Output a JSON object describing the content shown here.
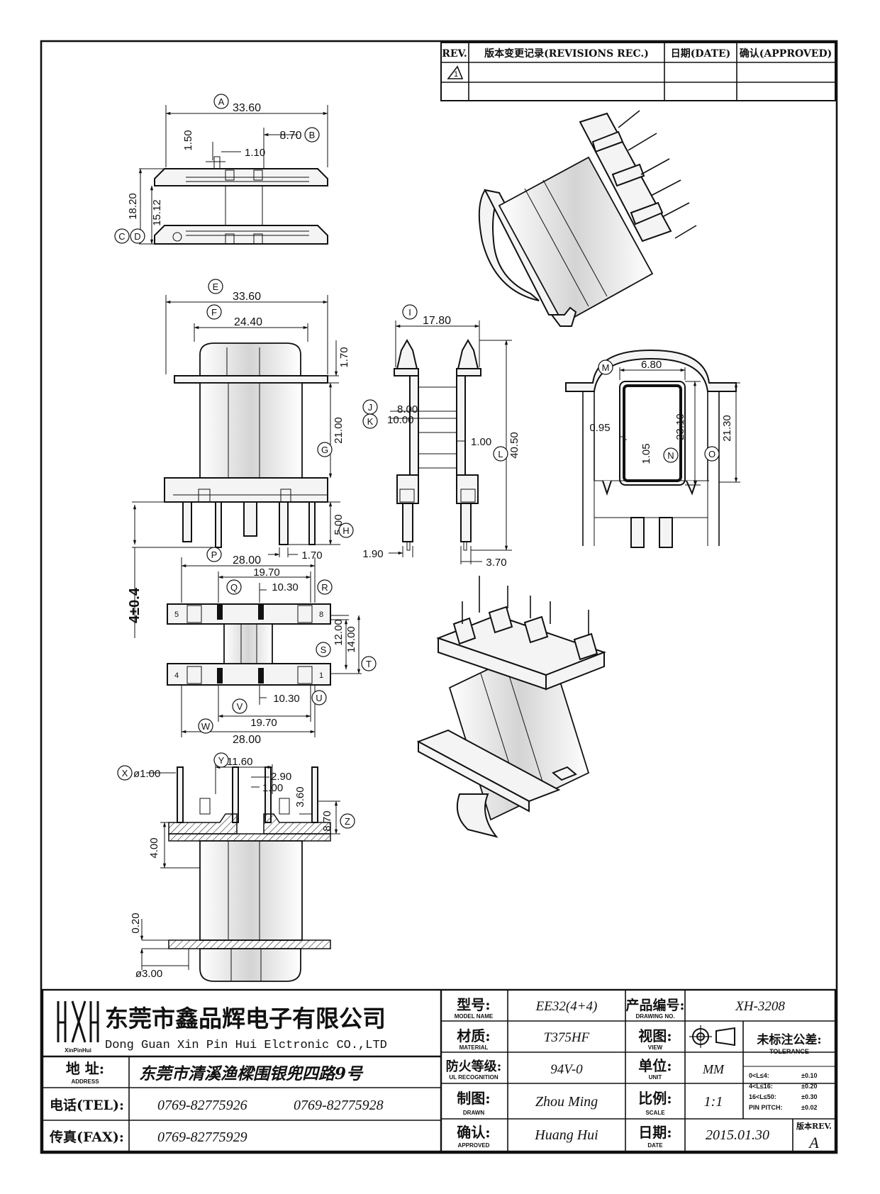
{
  "revision_table": {
    "headers": [
      "REV.",
      "版本变更记录(REVISIONS REC.)",
      "日期(DATE)",
      "确认(APPROVED)"
    ],
    "rev_symbol": "1"
  },
  "dims": {
    "top": {
      "A": "33.60",
      "B": "8.70",
      "b150": "1.50",
      "b110": "1.10",
      "C": "18.20",
      "D": "15.12"
    },
    "front": {
      "E": "33.60",
      "F": "24.40",
      "f170": "1.70",
      "G": "21.00",
      "H": "5.00",
      "h170": "1.70",
      "pin": "4±0.4"
    },
    "side": {
      "I": "17.80",
      "J": "8.00",
      "K": "10.00",
      "s100": "1.00",
      "L": "40.50",
      "s190": "1.90",
      "s370": "3.70"
    },
    "end": {
      "M": "6.80",
      "e095": "0.95",
      "e105": "1.05",
      "N": "23.10",
      "O": "21.30"
    },
    "bottom": {
      "P": "28.00",
      "Q": "19.70",
      "R": "10.30",
      "S": "12.00",
      "T": "14.00",
      "U": "10.30",
      "V": "19.70",
      "W": "28.00",
      "pin5": "5",
      "pin8": "8",
      "pin4": "4",
      "pin1": "1"
    },
    "section": {
      "X": "ø1.00",
      "Y": "11.60",
      "y290": "2.90",
      "y100": "1.00",
      "y360": "3.60",
      "Z": "8.70",
      "z400": "4.00",
      "z020": "0.20",
      "z300": "ø3.00"
    }
  },
  "letters": [
    "A",
    "B",
    "C",
    "D",
    "E",
    "F",
    "G",
    "H",
    "I",
    "J",
    "K",
    "L",
    "M",
    "N",
    "O",
    "P",
    "Q",
    "R",
    "S",
    "T",
    "U",
    "V",
    "W",
    "X",
    "Y",
    "Z"
  ],
  "title_block": {
    "logo_text": "XinPinHui",
    "company_cn": "东莞市鑫品辉电子有限公司",
    "company_en": "Dong Guan Xin Pin Hui Elctronic CO.,LTD",
    "address_label": "地  址:",
    "address_label_en": "ADDRESS",
    "address": "东莞市清溪渔樑围银兜四路9号",
    "tel_label": "电话(TEL):",
    "tel1": "0769-82775926",
    "tel2": "0769-82775928",
    "fax_label": "传真(FAX):",
    "fax": "0769-82775929",
    "model_label": "型号:",
    "model_label_en": "MODEL NAME",
    "model": "EE32(4+4)",
    "material_label": "材质:",
    "material_label_en": "MATERIAL",
    "material": "T375HF",
    "ul_label": "防火等级:",
    "ul_label_en": "UL RECOGNITION",
    "ul": "94V-0",
    "drawn_label": "制图:",
    "drawn_label_en": "DRAWN",
    "drawn": "Zhou Ming",
    "approved_label": "确认:",
    "approved_label_en": "APPROVED",
    "approved": "Huang Hui",
    "drawing_no_label": "产品编号:",
    "drawing_no_label_en": "DRAWING NO.",
    "drawing_no": "XH-3208",
    "view_label": "视图:",
    "view_label_en": "VIEW",
    "unit_label": "单位:",
    "unit_label_en": "UNIT",
    "unit": "MM",
    "scale_label": "比例:",
    "scale_label_en": "SCALE",
    "scale": "1:1",
    "date_label": "日期:",
    "date_label_en": "DATE",
    "date": "2015.01.30",
    "tolerance_label": "未标注公差:",
    "tolerance_label_en": "TOLERANCE",
    "tolerances": [
      {
        "range": "0<L≤4:",
        "value": "±0.10"
      },
      {
        "range": "4<L≤16:",
        "value": "±0.20"
      },
      {
        "range": "16<L≤50:",
        "value": "±0.30"
      },
      {
        "range": "PIN PITCH:",
        "value": "±0.02"
      }
    ],
    "rev_label": "版本REV.",
    "rev": "A"
  }
}
